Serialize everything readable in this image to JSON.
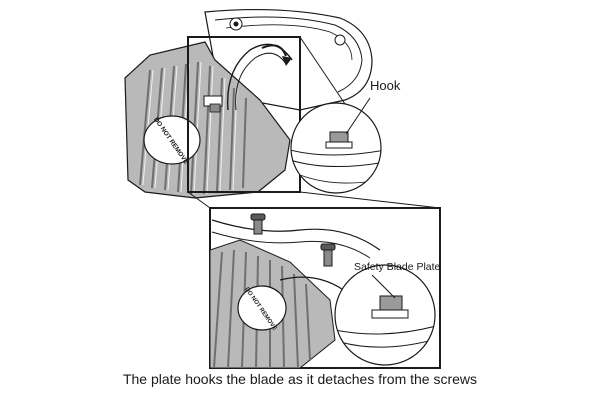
{
  "callouts": {
    "hook": "Hook",
    "safety_plate": "Safety Blade Plate"
  },
  "stamp_text": "DO NOT REMOVE",
  "caption": "The plate hooks the blade as it detaches from the screws",
  "colors": {
    "metal_fill": "#b9b9b9",
    "metal_dark": "#8a8a8a",
    "line": "#1a1a1a",
    "background": "#ffffff"
  }
}
